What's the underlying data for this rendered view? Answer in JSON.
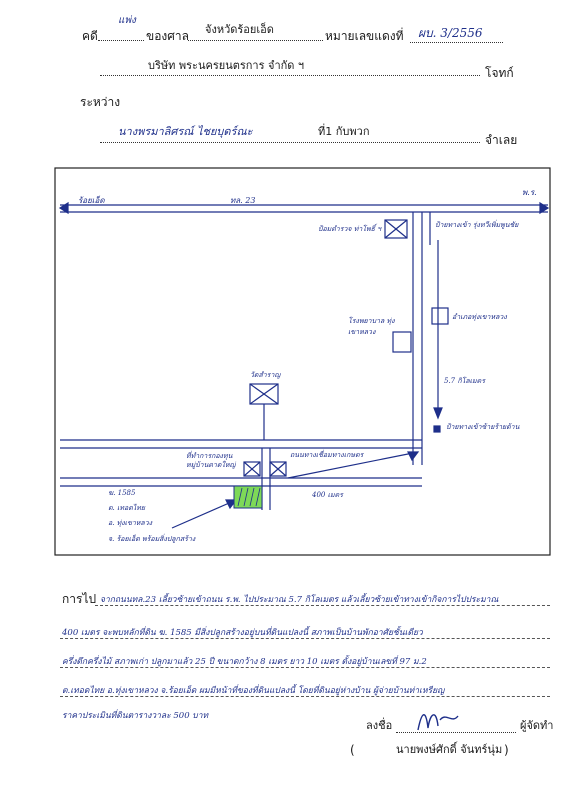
{
  "header": {
    "case_label": "คดี",
    "civil_label": "แพ่ง",
    "court_label": "ของศาล",
    "court_name": "จังหวัดร้อยเอ็ด",
    "number_label": "หมายเลขแดงที่",
    "number_value": "ผบ. 3/2556",
    "plaintiff_name": "บริษัท พระนครยนตรการ จำกัด ฯ",
    "plaintiff_role": "โจทก์",
    "between_label": "ระหว่าง",
    "defendant_name": "นางพรมาลิศรณ์ ไชยบุดร์ณะ",
    "defendant_extra": "ที่1 กับพวก",
    "defendant_role": "จำเลย"
  },
  "map": {
    "to_roiet": "ร้อยเอ็ด",
    "to_phon": "พ.ร.",
    "road_label": "ทล. 23",
    "police_box": "ป้อมตำรวจ ท่าโพธิ์ ฯ",
    "junction_sign": "ป้ายทางเข้า รุ่งทวีเพิ่มพูนชัย",
    "hospital": "โรงพยาบาล ทุ่งเขาหลวง",
    "district_office": "อำเภอทุ่งเขาหลวง",
    "distance_57": "5.7 กิโลเมตร",
    "junction_left": "ป้ายทางเข้าซ้ายร้ายด้าน",
    "temple": "วัดสำราญ",
    "village_hall": "ที่ทำการกองทุน หมู่บ้านตาดใหญ่",
    "road_name": "ถนนทางเชื่อมทางเกษตร",
    "distance_400": "400 เมตร",
    "plot_info": [
      "ฆ. 1585",
      "ต. เทอดไทย",
      "อ. ทุ่งเขาหลวง",
      "จ. ร้อยเอ็ด พร้อมสิ่งปลูกสร้าง"
    ]
  },
  "travel": {
    "label": "การไป",
    "lines": [
      "จากถนนทล.23 เลี้ยวซ้ายเข้าถนน ร.พ. ไปประมาณ 5.7 กิโลเมตร แล้วเลี้ยวซ้ายเข้าทางเข้ากิจการไปประมาณ",
      "400 เมตร จะพบหลักที่ดิน ฆ. 1585 มีสิ่งปลูกสร้างอยู่บนที่ดินแปลงนี้ สภาพเป็นบ้านพักอาศัยชั้นเดียว",
      "ครึ่งตึกครึ่งไม้ สภาพเก่า ปลูกมาแล้ว 25 ปี ขนาดกว้าง 8 เมตร ยาว 10 เมตร ตั้งอยู่บ้านเลขที่ 97 ม.2",
      "ต.เทอดไทย อ.ทุ่งเขาหลวง จ.ร้อยเอ็ด ผมมีหน้าที่ของที่ดินแปลงนี้ โดยที่ดินอยู่ห่างบ้าน ผู้จ่ายบ้านท่าเหรียญ",
      "ราคาประเมินที่ดินตารางวาละ 500 บาท"
    ]
  },
  "signature": {
    "sign_label": "ลงชื่อ",
    "role": "ผู้จัดทำ",
    "name": "นายพงษ์ศักดิ์ จันทร์นุ่ม",
    "paren_open": "(",
    "paren_close": ")"
  },
  "colors": {
    "ink": "#1e2f8a",
    "plot_fill": "#7ed957"
  }
}
